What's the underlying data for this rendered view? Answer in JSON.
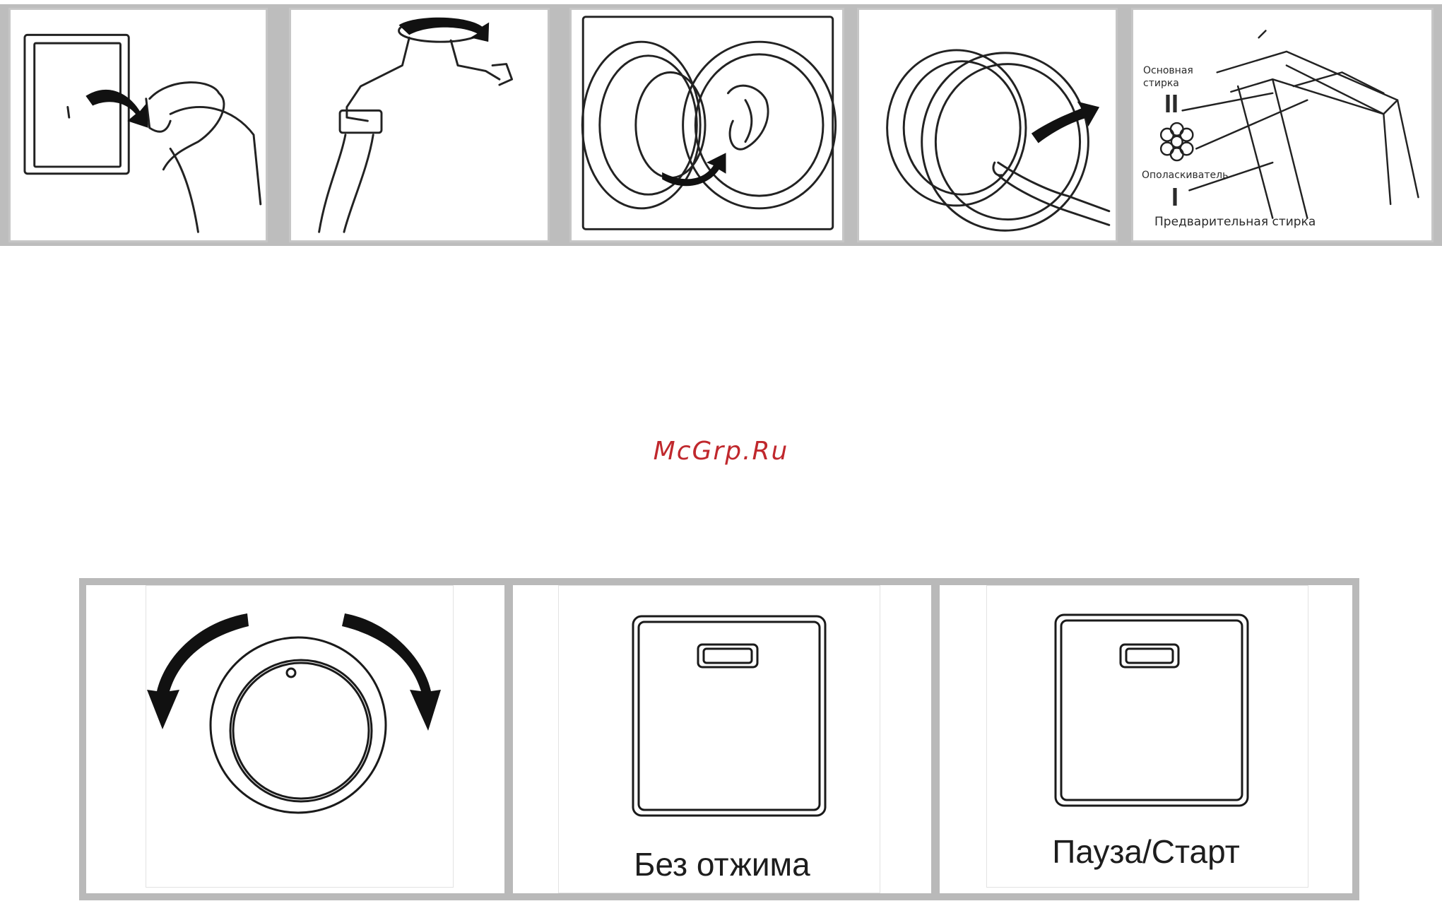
{
  "top_panels": [
    {
      "id": "plug-in",
      "icon": "power-plug-icon"
    },
    {
      "id": "open-tap",
      "icon": "water-tap-icon"
    },
    {
      "id": "load-laundry",
      "icon": "laundry-drum-icon"
    },
    {
      "id": "close-door",
      "icon": "close-door-icon"
    },
    {
      "id": "detergent-drawer",
      "icon": "detergent-drawer-icon"
    }
  ],
  "drawer_labels": {
    "main_wash_line1": "Основная",
    "main_wash_line2": "стирка",
    "main_wash_mark": "II",
    "softener": "Ополаскиватель",
    "prewash_mark": "I",
    "prewash": "Предварительная стирка"
  },
  "watermark": "McGrp.Ru",
  "bottom_panels": {
    "dial": {
      "icon": "program-dial-icon"
    },
    "no_spin": {
      "label": "Без отжима",
      "icon": "button-icon"
    },
    "pause_start": {
      "label": "Пауза/Старт",
      "icon": "button-icon"
    }
  },
  "colors": {
    "line": "#222222",
    "watermark": "#c0282d",
    "frame": "#bdbdbd"
  }
}
